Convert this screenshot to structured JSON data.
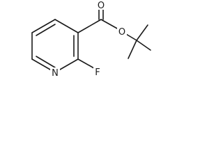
{
  "structure": {
    "atoms": {
      "carbonyl_oxygen": "O",
      "ester_oxygen": "O",
      "ring_nitrogen": "N",
      "fluorine": "F"
    }
  }
}
